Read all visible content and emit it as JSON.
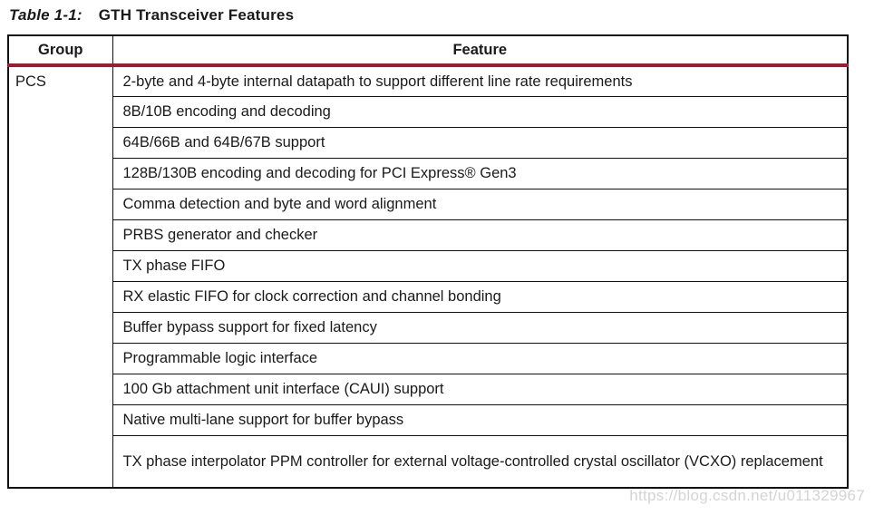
{
  "page": {
    "title_label": "Table 1-1:",
    "title_text": "GTH Transceiver Features",
    "watermark": "https://blog.csdn.net/u011329967"
  },
  "colors": {
    "accent_rule": "#9e1b32",
    "border": "#111111",
    "text": "#1a1a1a",
    "watermark_text": "#d4d4d4"
  },
  "table": {
    "columns": [
      "Group",
      "Feature"
    ],
    "group": "PCS",
    "features": [
      "2-byte and 4-byte internal datapath to support different line rate requirements",
      "8B/10B encoding and decoding",
      "64B/66B and 64B/67B support",
      "128B/130B encoding and decoding for PCI Express® Gen3",
      "Comma detection and byte and word alignment",
      "PRBS generator and checker",
      "TX phase FIFO",
      "RX elastic FIFO for clock correction and channel bonding",
      "Buffer bypass support for fixed latency",
      "Programmable logic interface",
      "100 Gb attachment unit interface (CAUI) support",
      "Native multi-lane support for buffer bypass",
      "TX phase interpolator PPM controller for external voltage-controlled crystal oscillator (VCXO) replacement"
    ]
  }
}
